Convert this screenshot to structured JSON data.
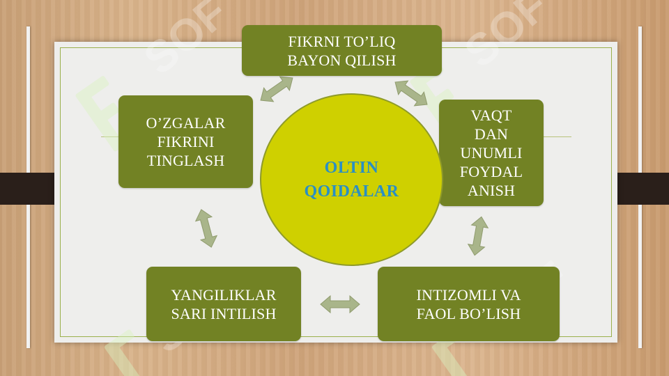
{
  "diagram": {
    "center": {
      "label": "OLTIN\nQOIDALAR"
    },
    "nodes": {
      "top": "FIKRNI TO’LIQ\nBAYON QILISH",
      "right": "VAQT\nDAN\nUNUMLI\nFOYDAL\nANISH",
      "bottom_right": "INTIZOMLI VA\nFAOL BO’LISH",
      "bottom_left": "YANGILIKLAR\nSARI INTILISH",
      "left": "O’ZGALAR\nFIKRINI\nTINGLASH"
    }
  },
  "watermark": {
    "text": "SOF"
  },
  "colors": {
    "box_fill": "#728224",
    "circle_fill": "#cfd000",
    "center_text": "#2a8fc4",
    "arrow_fill": "#a9b58a",
    "watermark": "#ffffff"
  }
}
